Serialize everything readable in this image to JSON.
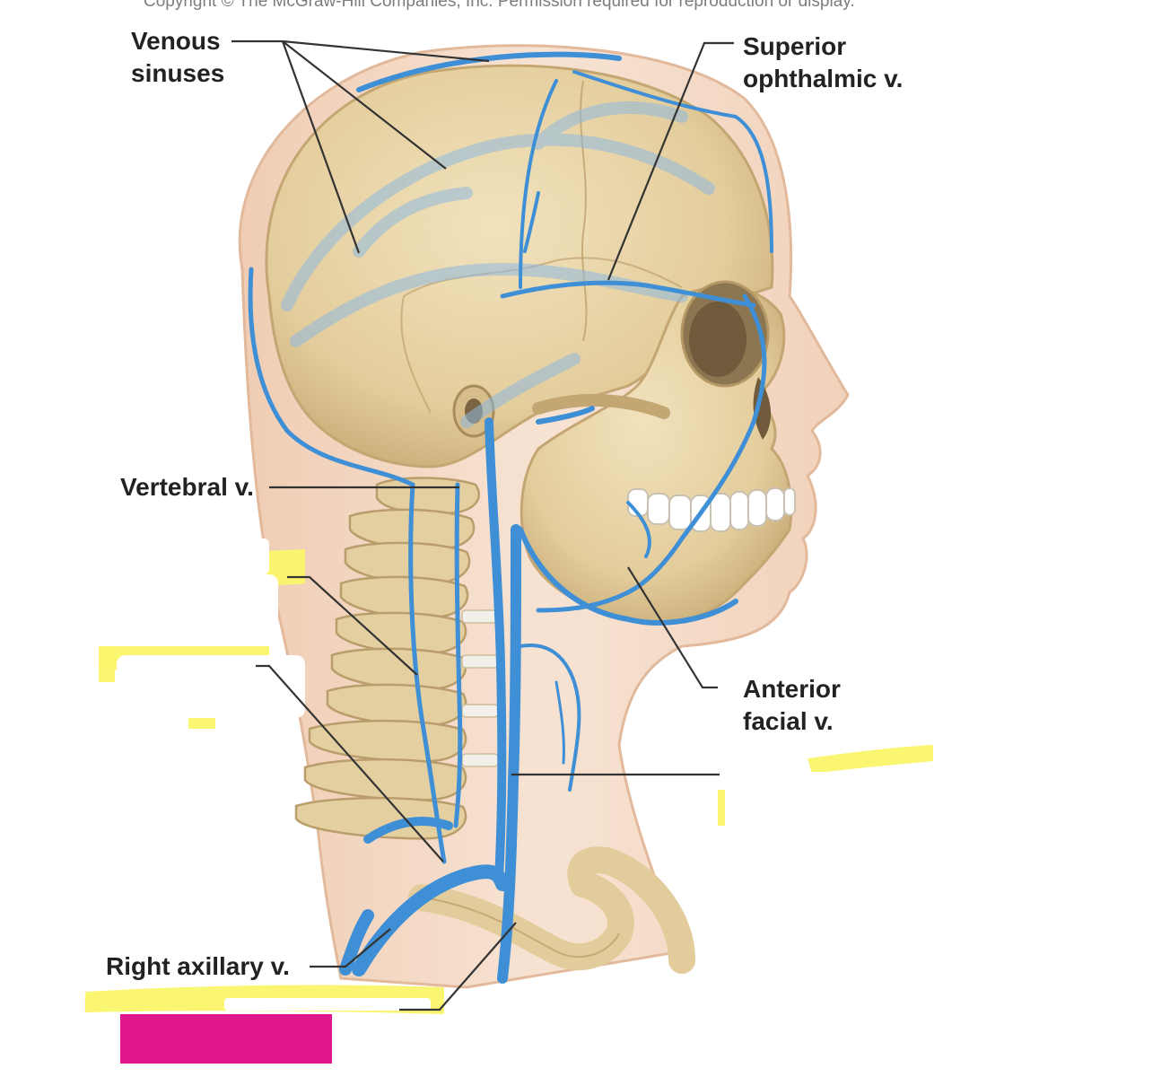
{
  "copyright": "Copyright © The McGraw-Hill Companies, Inc. Permission required for reproduction or display.",
  "labels": {
    "venous_sinuses": {
      "line1": "Venous",
      "line2": "sinuses"
    },
    "superior_ophthalmic": {
      "line1": "Superior",
      "line2": "ophthalmic v."
    },
    "vertebral": "Vertebral v.",
    "anterior_facial": {
      "line1": "Anterior",
      "line2": "facial v."
    },
    "right_axillary": "Right axillary v."
  },
  "colors": {
    "skin": "#f4d9c4",
    "skin_edge": "#e8bfa3",
    "bone": "#e7d3a6",
    "bone_shadow": "#cfb583",
    "vein": "#3e8fd6",
    "vein_dark": "#2a6fb0",
    "leader_line": "#333333",
    "highlight_yellow": "#fbf56a",
    "highlight_magenta": "#e0168c"
  }
}
